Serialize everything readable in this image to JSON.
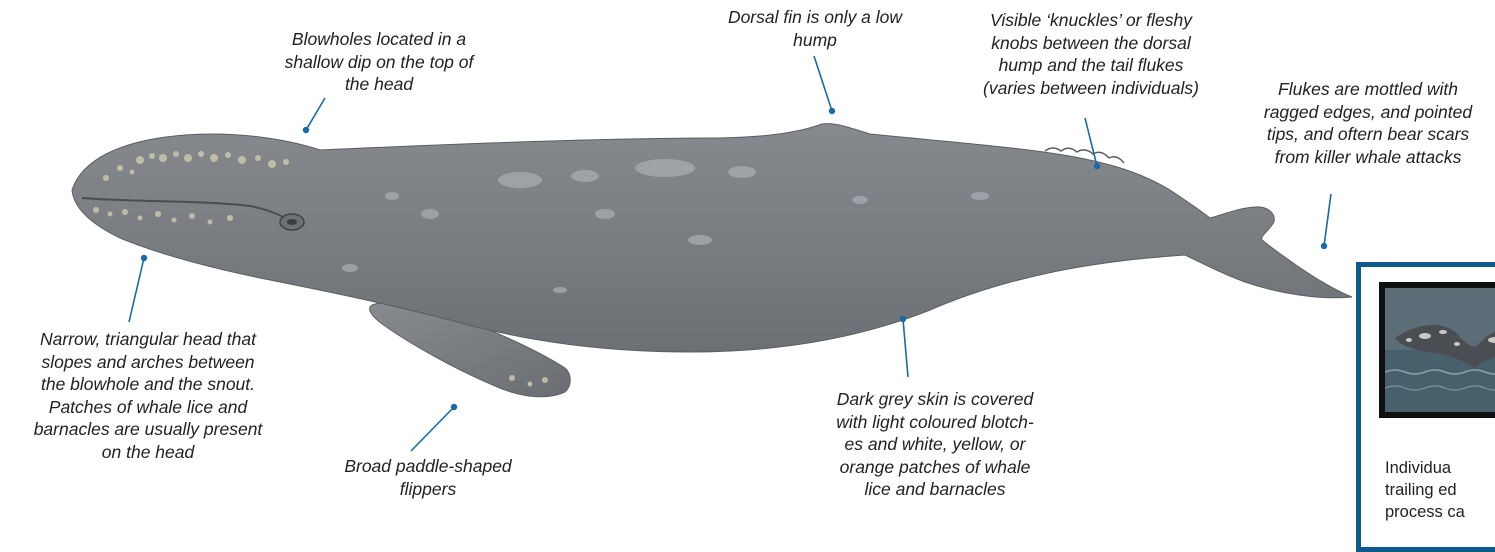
{
  "annotations": {
    "blowholes": "Blowholes located in a\nshallow dip on the top of\nthe head",
    "dorsal_fin": "Dorsal fin is only a low\nhump",
    "knuckles": "Visible ‘knuckles’ or fleshy\nknobs between the dorsal\nhump and the tail flukes\n(varies between individuals)",
    "flukes": "Flukes are mottled with\nragged edges, and pointed\ntips, and oftern bear scars\nfrom killer whale attacks",
    "head": "Narrow, triangular head that\nslopes and arches between\nthe blowhole and the snout.\nPatches of whale lice and\nbarnacles are usually present\non the head",
    "flippers": "Broad paddle-shaped\nflippers",
    "skin": "Dark grey skin is covered\nwith light coloured blotch-\nes and white, yellow, or\norange patches of whale\nlice and barnacles"
  },
  "inset": {
    "caption_lines": [
      "Individua",
      "trailing ed",
      "process ca"
    ]
  },
  "colors": {
    "leader_line": "#1a6aa6",
    "inset_border": "#0f5a8c",
    "whale_body": "#7b7e83"
  }
}
